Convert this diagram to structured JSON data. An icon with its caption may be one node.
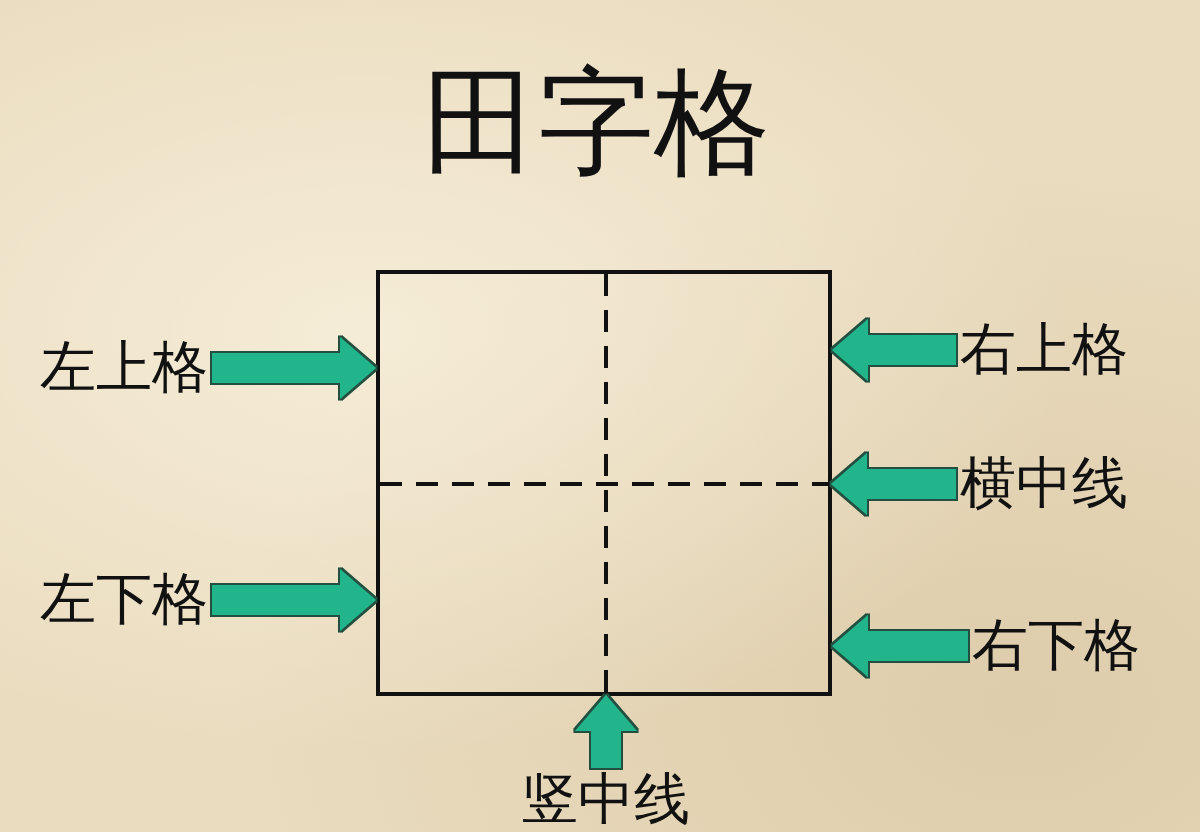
{
  "diagram": {
    "title": "田字格",
    "nodes": [
      {
        "text": [],
        "shape": "box"
      },
      {
        "text": [],
        "shape": "line",
        "in": 0
      },
      {
        "text": [],
        "shape": "line",
        "in": 0
      },
      {
        "text": [
          "右上格"
        ]
      },
      {
        "text": [
          "左上格"
        ]
      },
      {
        "text": [
          "横中线"
        ]
      },
      {
        "text": [
          "左下格"
        ]
      },
      {
        "text": [
          "右下格"
        ]
      },
      {
        "text": [
          "竖中线"
        ]
      }
    ],
    "edges": [
      {
        "from": 3,
        "to": 0,
        "arrow": "to"
      },
      {
        "from": 4,
        "to": 0,
        "arrow": "to"
      },
      {
        "from": 5,
        "to": 1,
        "arrow": "to"
      },
      {
        "from": 6,
        "to": 0,
        "arrow": "to"
      },
      {
        "from": 7,
        "to": 0,
        "arrow": "to"
      },
      {
        "from": 8,
        "to": 2,
        "arrow": "to"
      }
    ]
  }
}
